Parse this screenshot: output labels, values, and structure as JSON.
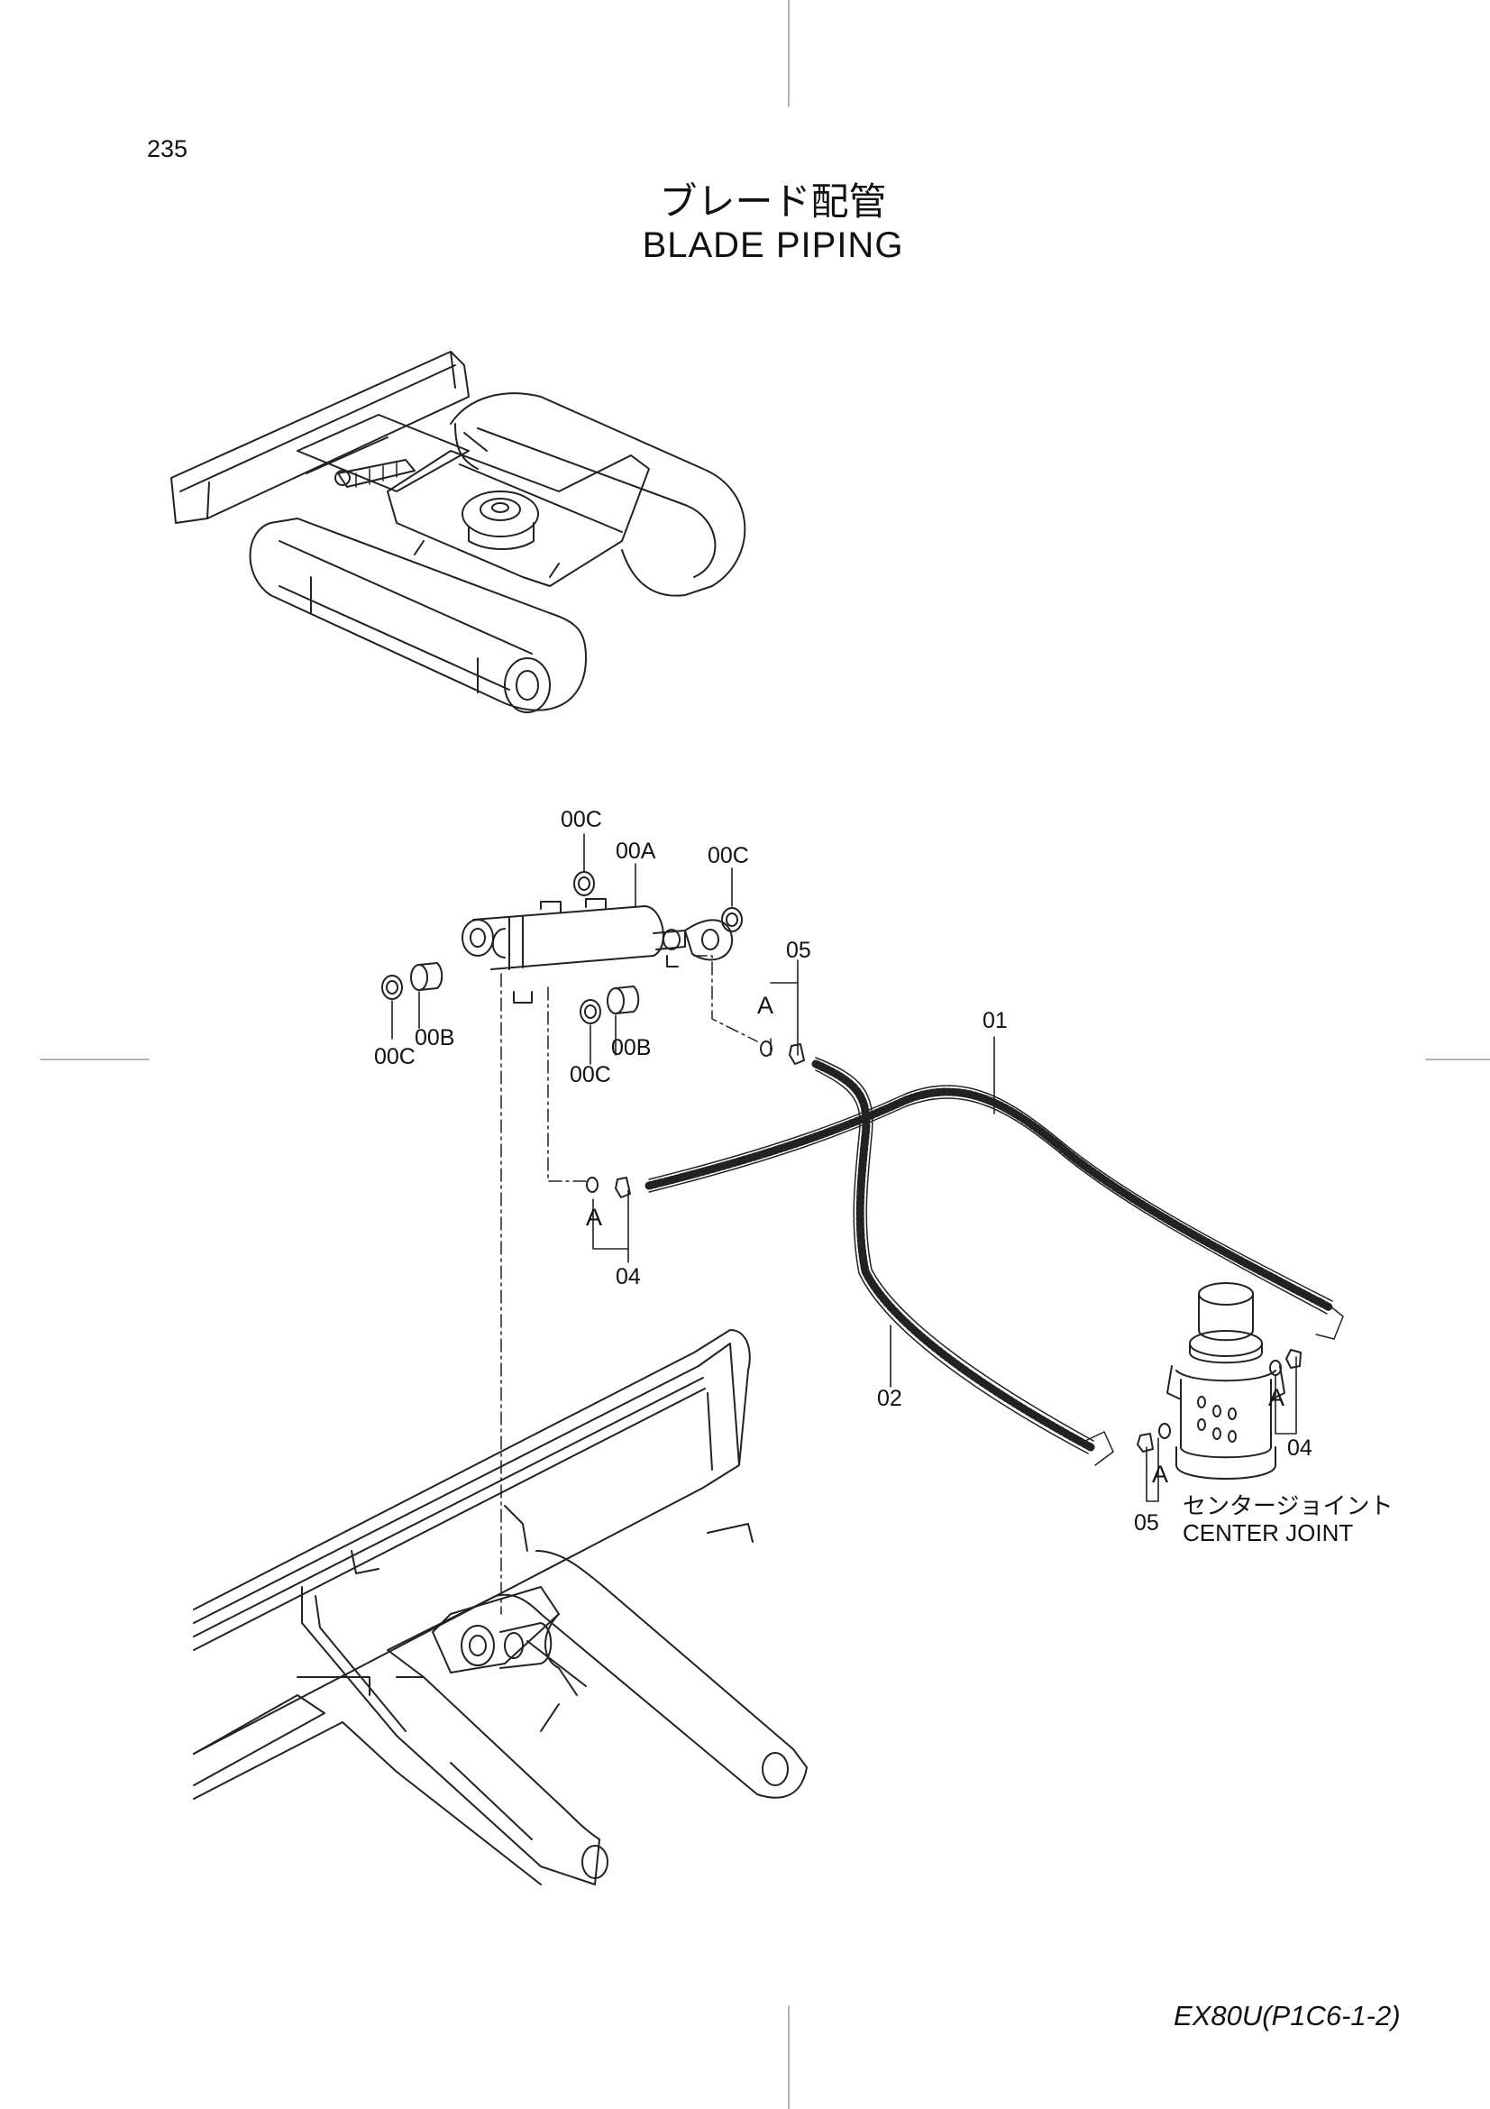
{
  "page_number": "235",
  "title_jp": "ブレード配管",
  "title_en": "BLADE  PIPING",
  "document_code": "EX80U(P1C6-1-2)",
  "callouts": {
    "p00C_a": "00C",
    "p00A": "00A",
    "p00C_b": "00C",
    "p05_top": "05",
    "pA_top": "A",
    "p01": "01",
    "p00B_left": "00B",
    "p00C_left": "00C",
    "p00B_mid": "00B",
    "p00C_mid": "00C",
    "pA_mid": "A",
    "p04_mid": "04",
    "p02": "02",
    "pA_right": "A",
    "p04_right": "04",
    "pA_low": "A",
    "p05_low": "05"
  },
  "center_joint": {
    "label_jp": "センタージョイント",
    "label_en": "CENTER  JOINT"
  }
}
